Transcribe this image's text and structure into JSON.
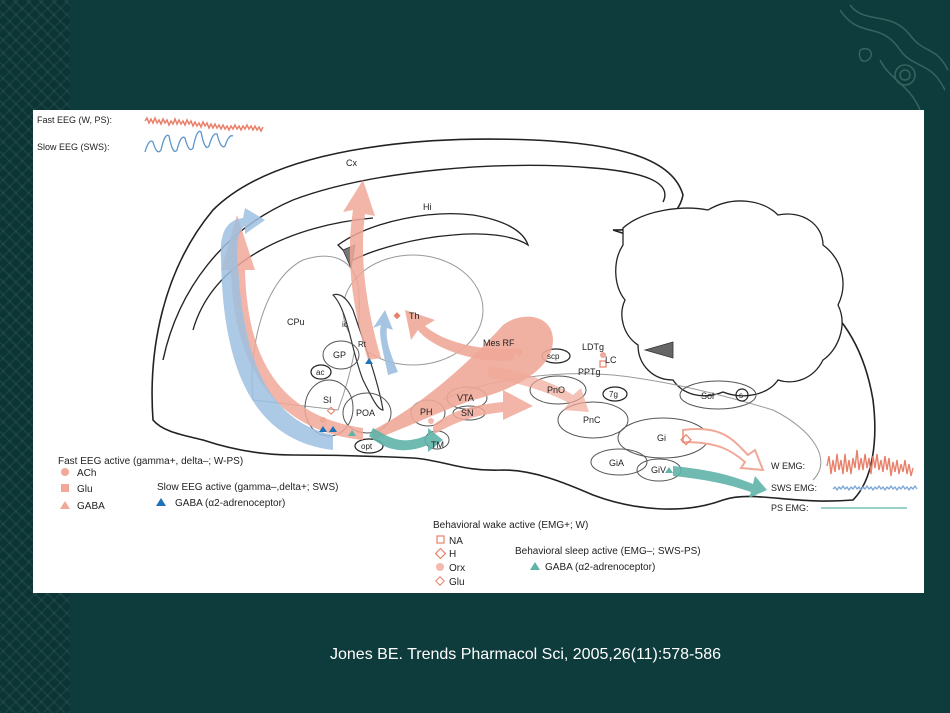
{
  "colors": {
    "background": "#0e3b3b",
    "wake_arrow": "#f0a898",
    "slow_arrow": "#9dbfe0",
    "sleep_arrow": "#5fb3a8",
    "gaba_blue": "#1f72b8"
  },
  "eeg": {
    "fast_label": "Fast  EEG (W, PS):",
    "slow_label": "Slow EEG (SWS):"
  },
  "regions": {
    "cx": "Cx",
    "hi": "Hi",
    "cpu": "CPu",
    "ic": "ic",
    "rt": "Rt",
    "th": "Th",
    "gp": "GP",
    "ac": "ac",
    "si": "SI",
    "poa": "POA",
    "opt": "opt",
    "ph": "PH",
    "tm": "TM",
    "vta": "VTA",
    "sn": "SN",
    "mes_rf": "Mes RF",
    "scp": "scp",
    "ldtg": "LDTg",
    "lc": "LC",
    "pptg": "PPTg",
    "pno": "PnO",
    "7g": "7g",
    "pnc": "PnC",
    "sol": "Sol",
    "s": "s",
    "gi": "Gi",
    "gia": "GiA",
    "giv": "GiV"
  },
  "emg": {
    "w": "W EMG:",
    "sws": "SWS EMG:",
    "ps": "PS EMG:"
  },
  "legend": {
    "fast_title": "Fast EEG active (gamma+, delta–; W-PS)",
    "fast_items": [
      "ACh",
      "Glu",
      "GABA"
    ],
    "slow_title": "Slow EEG active (gamma–,delta+;  SWS)",
    "slow_item": "GABA (α2-adrenoceptor)",
    "wake_title": "Behavioral wake active (EMG+; W)",
    "wake_items": [
      "NA",
      "H",
      "Orx",
      "Glu"
    ],
    "sleep_title": "Behavioral sleep active (EMG–;  SWS-PS)",
    "sleep_item": "GABA (α2-adrenoceptor)"
  },
  "citation": "Jones BE. Trends Pharmacol Sci, 2005,26(11):578-586"
}
